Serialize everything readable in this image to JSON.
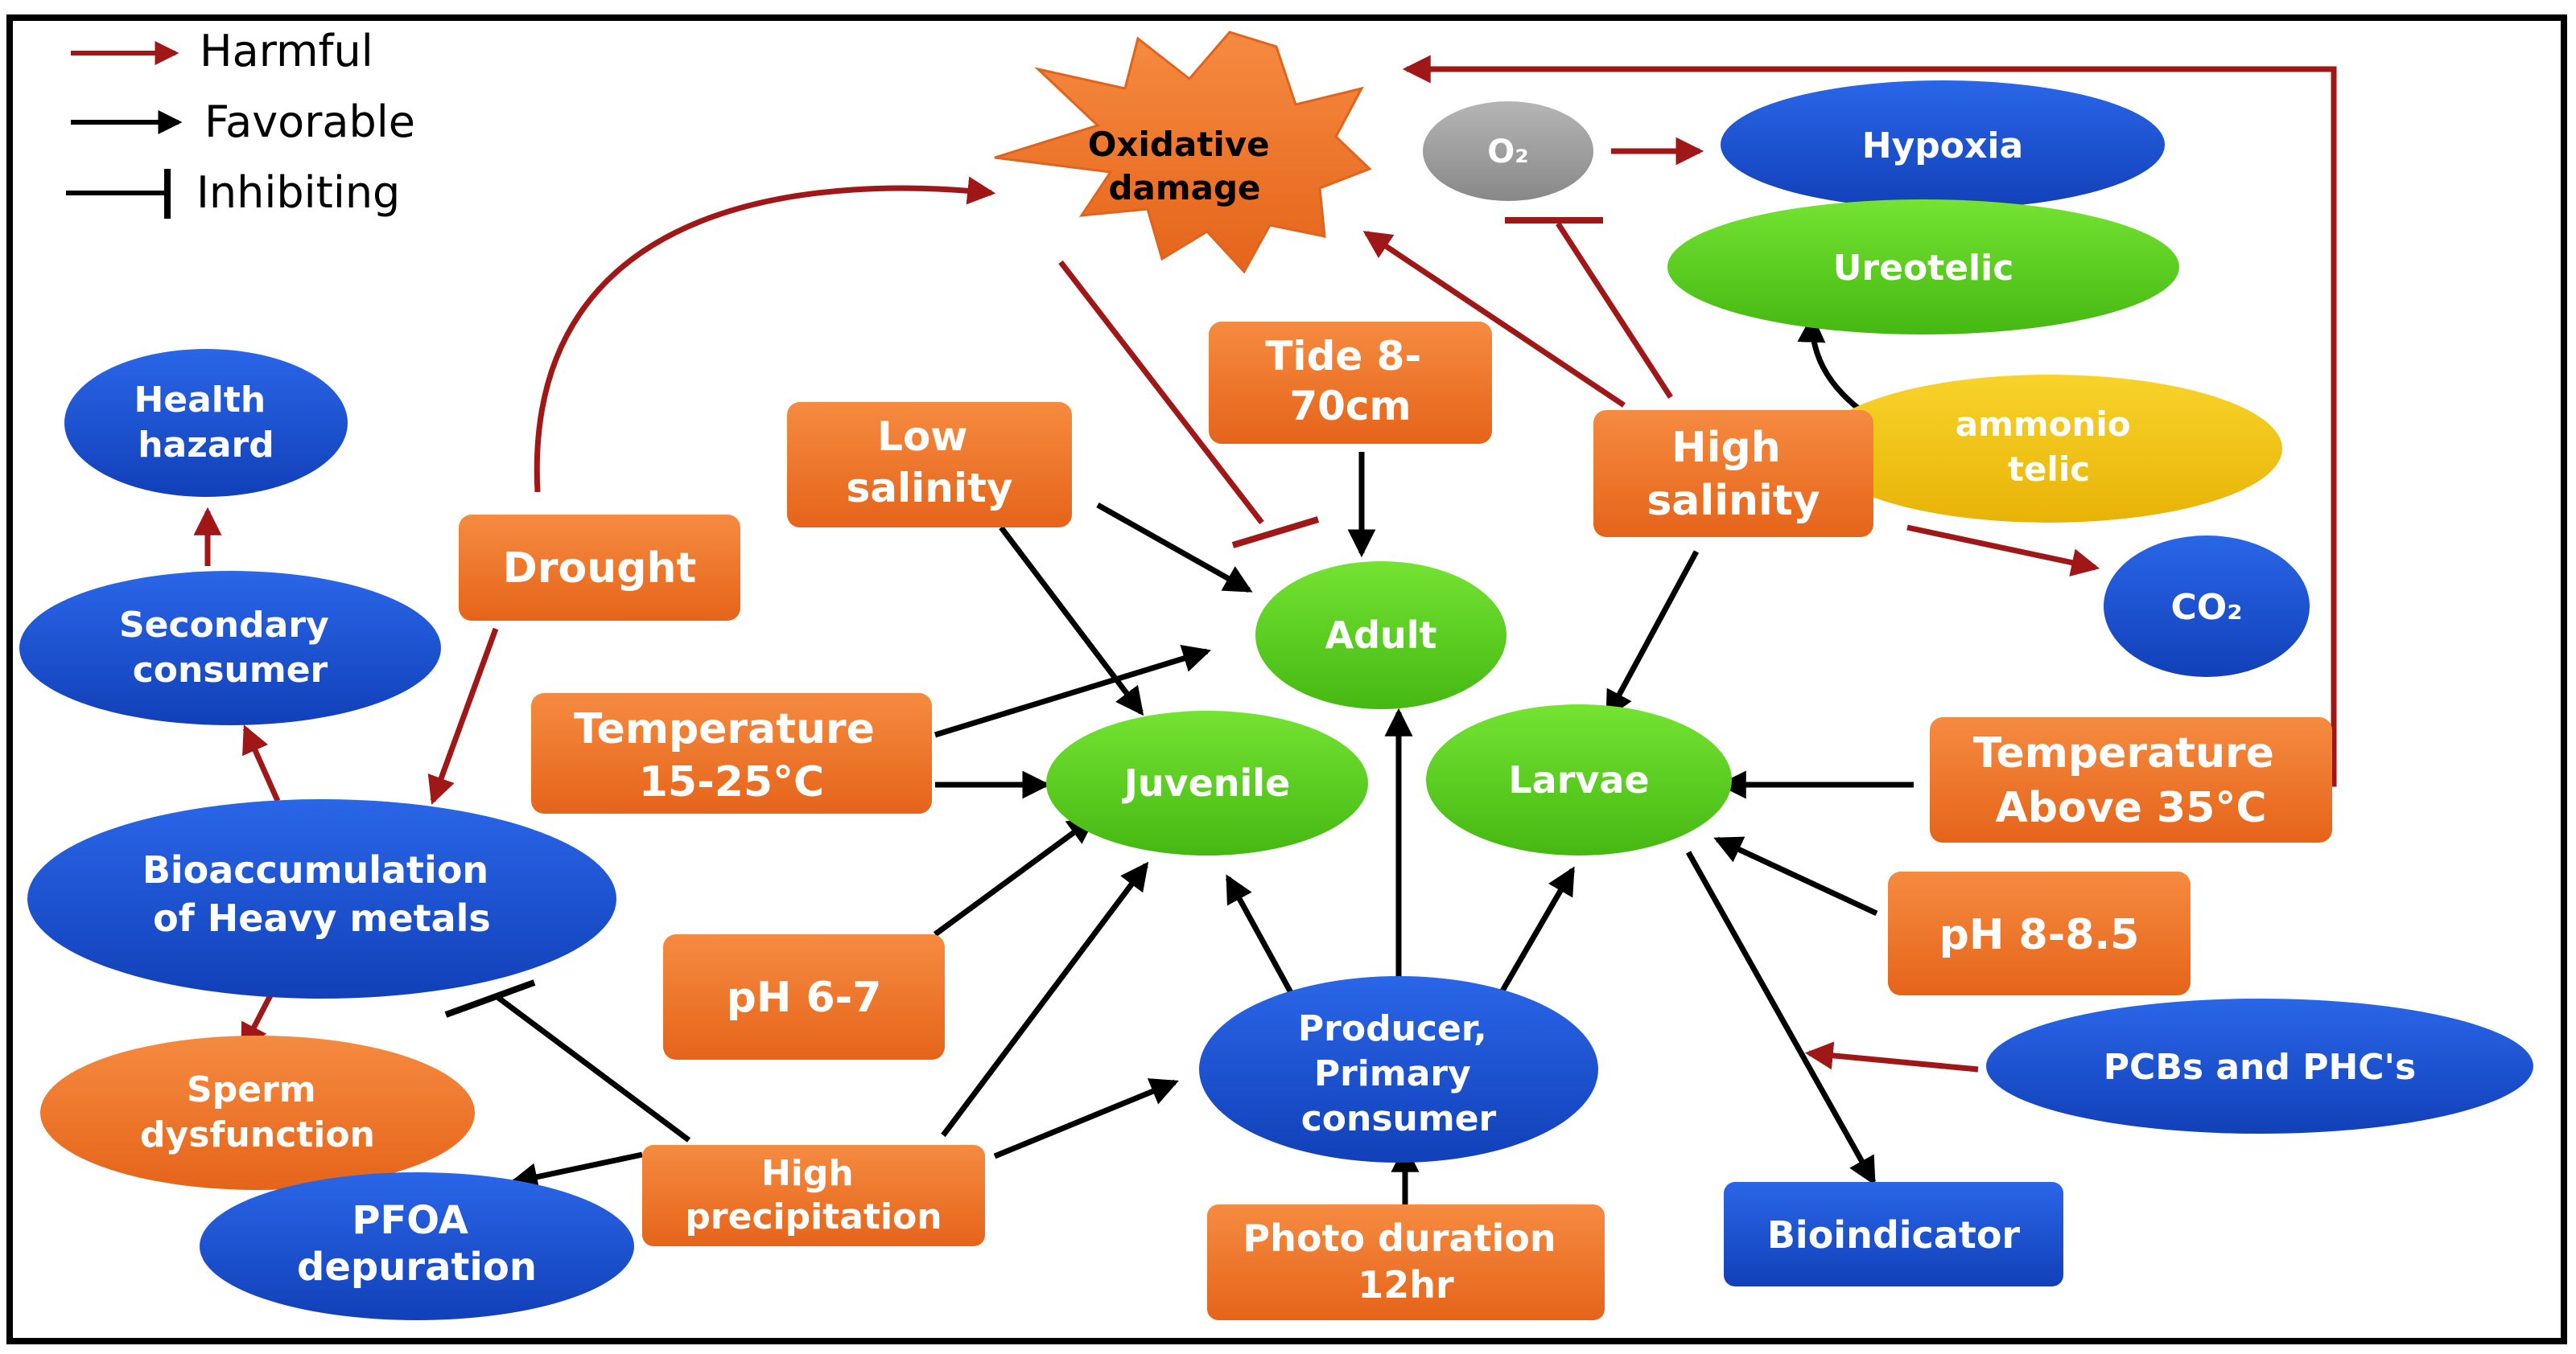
{
  "legend": {
    "harmful": "Harmful",
    "favorable": "Favorable",
    "inhibiting": "Inhibiting"
  },
  "colors": {
    "harmful": "#a01717",
    "favorable": "#000000",
    "orange": "#f07a2a",
    "blue": "#1f55d6",
    "green": "#5cd41f",
    "yellow": "#f4c514",
    "grey": "#9b9b9b"
  },
  "nodes": {
    "oxidative_damage": [
      "Oxidative",
      "damage"
    ],
    "o2": [
      "O₂"
    ],
    "hypoxia": [
      "Hypoxia"
    ],
    "ureotelic": [
      "Ureotelic"
    ],
    "ammoniotelic": [
      "ammonio",
      "telic"
    ],
    "health_hazard": [
      "Health",
      "hazard"
    ],
    "tide": [
      "Tide 8-",
      "70cm"
    ],
    "low_salinity": [
      "Low",
      "salinity"
    ],
    "high_salinity": [
      "High",
      "salinity"
    ],
    "co2": [
      "CO₂"
    ],
    "drought": [
      "Drought"
    ],
    "secondary_consumer": [
      "Secondary",
      "consumer"
    ],
    "adult": [
      "Adult"
    ],
    "temperature_15_25": [
      "Temperature",
      "15-25°C"
    ],
    "juvenile": [
      "Juvenile"
    ],
    "larvae": [
      "Larvae"
    ],
    "temperature_above_35": [
      "Temperature",
      "Above 35°C"
    ],
    "bioaccumulation": [
      "Bioaccumulation",
      "of Heavy metals"
    ],
    "ph_8_85": [
      "pH 8-8.5"
    ],
    "ph_6_7": [
      "pH 6-7"
    ],
    "producer": [
      "Producer,",
      "Primary",
      "consumer"
    ],
    "pcbs": [
      "PCBs and PHC's"
    ],
    "sperm_dysfunction": [
      "Sperm",
      "dysfunction"
    ],
    "high_precipitation": [
      "High",
      "precipitation"
    ],
    "pfoa": [
      "PFOA",
      "depuration"
    ],
    "photo_duration": [
      "Photo duration",
      "12hr"
    ],
    "bioindicator": [
      "Bioindicator"
    ]
  }
}
